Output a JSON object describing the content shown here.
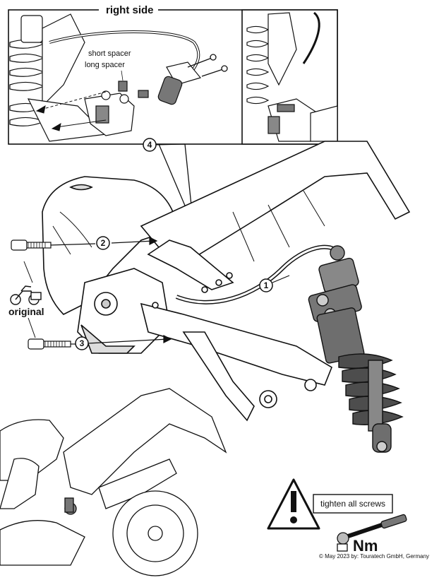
{
  "figure": {
    "inset_title": "right side",
    "spacer_short_label": "short spacer",
    "spacer_long_label": "long spacer",
    "callouts": [
      "1",
      "2",
      "3",
      "4"
    ],
    "original_label": "original",
    "warning_text": "tighten all screws",
    "torque_unit": "Nm",
    "copyright": "© May 2023 by: Touratech GmbH, Germany"
  },
  "colors": {
    "line": "#111111",
    "shock_body": "#6e6e6e",
    "shock_spring": "#4d4d4d",
    "highlight": "#bdbdbd"
  }
}
